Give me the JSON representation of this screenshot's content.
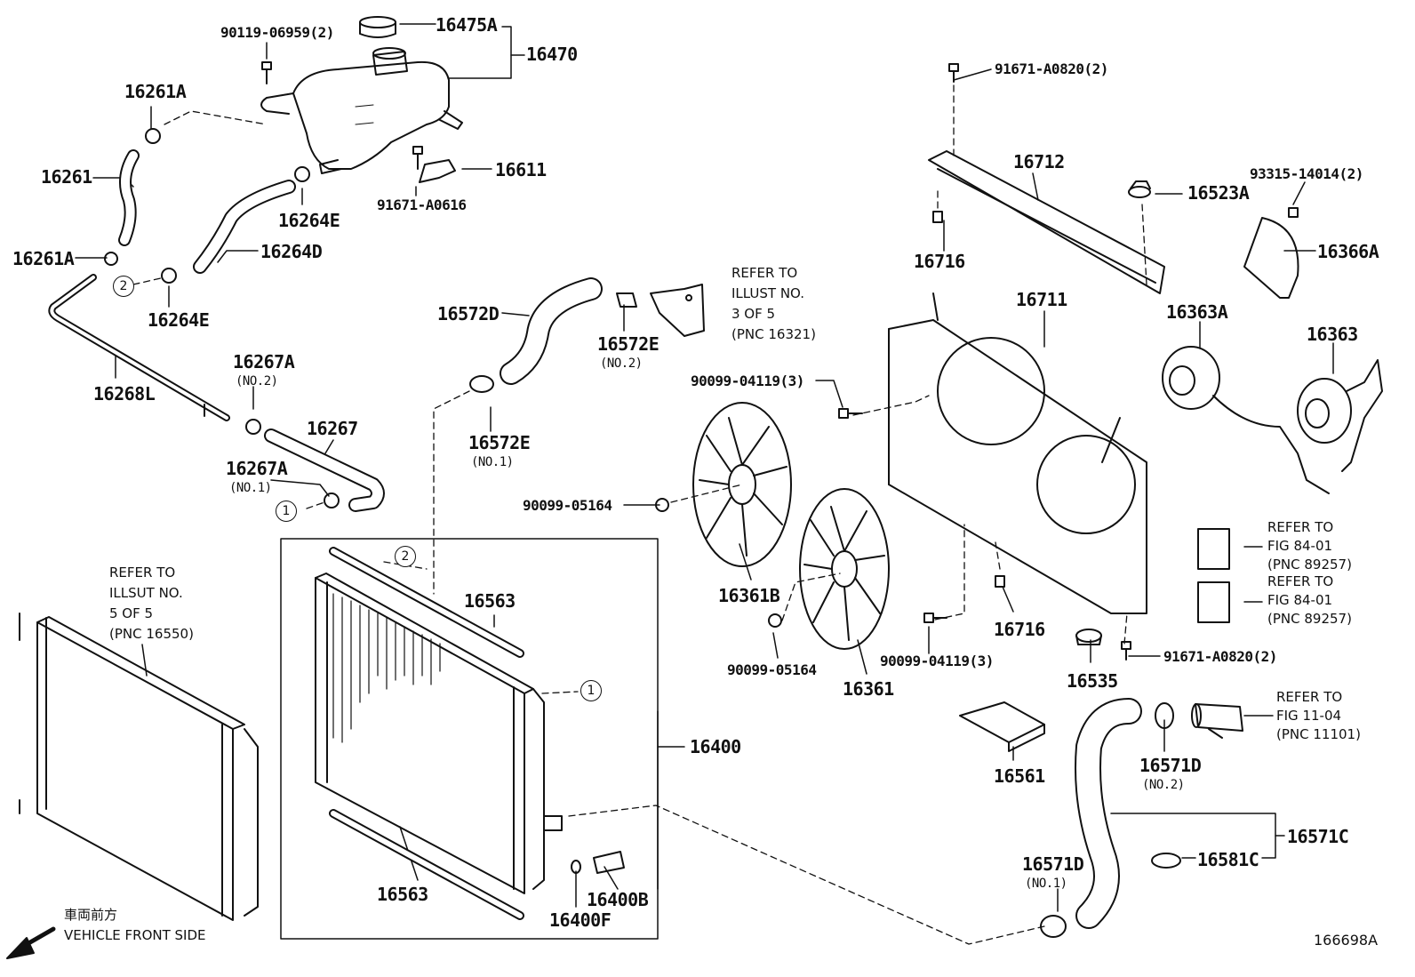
{
  "diagram": {
    "illustration_id": "166698A",
    "direction_jp": "車両前方",
    "direction_en": "VEHICLE FRONT SIDE",
    "parts": {
      "p90119": "90119-06959(2)",
      "p16475A": "16475A",
      "p16470": "16470",
      "p16261A_top": "16261A",
      "p16261": "16261",
      "p16261A_bot": "16261A",
      "p16264E_top": "16264E",
      "p16264D": "16264D",
      "p16264E_bot": "16264E",
      "p16611": "16611",
      "p91671A0616": "91671-A0616",
      "p16268L": "16268L",
      "p16267A_no2": "16267A",
      "p16267A_no2_sub": "(NO.2)",
      "p16267": "16267",
      "p16267A_no1": "16267A",
      "p16267A_no1_sub": "(NO.1)",
      "p16572D": "16572D",
      "p16572E_no2": "16572E",
      "p16572E_no2_sub": "(NO.2)",
      "p16572E_no1": "16572E",
      "p16572E_no1_sub": "(NO.1)",
      "p16563_top": "16563",
      "p16563_bot": "16563",
      "p16400": "16400",
      "p16400B": "16400B",
      "p16400F": "16400F",
      "p91671A0820_top": "91671-A0820(2)",
      "p16712": "16712",
      "p16716_top": "16716",
      "p16523A": "16523A",
      "p93315": "93315-14014(2)",
      "p16366A": "16366A",
      "p16711": "16711",
      "p16363A": "16363A",
      "p16363": "16363",
      "p90099_04119_top": "90099-04119(3)",
      "p90099_05164_left": "90099-05164",
      "p16361B": "16361B",
      "p90099_05164_bot": "90099-05164",
      "p16361": "16361",
      "p90099_04119_bot": "90099-04119(3)",
      "p16716_bot": "16716",
      "p16535": "16535",
      "p91671A0820_bot": "91671-A0820(2)",
      "p16561": "16561",
      "p16571D_no2": "16571D",
      "p16571D_no2_sub": "(NO.2)",
      "p16571C": "16571C",
      "p16581C": "16581C",
      "p16571D_no1": "16571D",
      "p16571D_no1_sub": "(NO.1)"
    },
    "notes": {
      "thermo": [
        "REFER TO",
        "ILLUST NO.",
        "3 OF 5",
        "(PNC 16321)"
      ],
      "condenser": [
        "REFER TO",
        "ILLSUT NO.",
        "5 OF 5",
        "(PNC 16550)"
      ],
      "fig84a": [
        "REFER TO",
        "FIG 84-01",
        "(PNC 89257)"
      ],
      "fig84b": [
        "REFER TO",
        "FIG 84-01",
        "(PNC 89257)"
      ],
      "fig11": [
        "REFER TO",
        "FIG 11-04",
        "(PNC 11101)"
      ]
    },
    "circle_markers": {
      "one": "1",
      "two": "2"
    }
  }
}
